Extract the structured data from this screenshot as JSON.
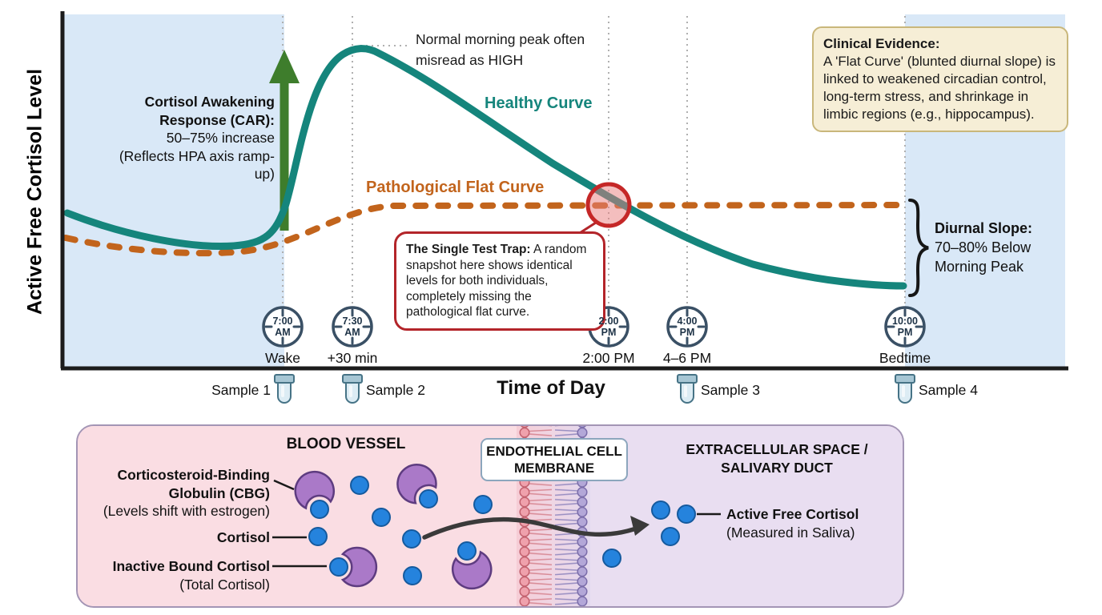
{
  "colors": {
    "healthy_curve": "#15857c",
    "pathological_curve": "#c2641c",
    "car_arrow": "#3e7d2c",
    "alert_red": "#c52727",
    "left_shade": "#d9e8f7",
    "clinical_bg": "#f6eed6",
    "vessel_bg": "#fadde3",
    "extracellular_bg": "#e9def1",
    "cbg_blob": "#aa79c8",
    "cortisol_dot": "#2583dd"
  },
  "chart": {
    "y_axis_label": "Active Free Cortisol Level",
    "x_axis_label": "Time of Day",
    "car_note": {
      "title": "Cortisol Awakening Response (CAR):",
      "line2": "50–75% increase",
      "line3": "(Reflects HPA axis ramp-up)"
    },
    "peak_note": "Normal morning peak often misread as HIGH",
    "healthy_label": "Healthy Curve",
    "pathological_label": "Pathological Flat Curve",
    "trap_note": {
      "title": "The Single Test Trap:",
      "body": " A random snapshot here shows identical levels for both individuals, completely missing the pathological flat curve."
    },
    "clinical_note": {
      "title": "Clinical Evidence:",
      "body": "A 'Flat Curve' (blunted diurnal slope) is linked to weakened circadian control, long-term stress, and shrinkage in limbic regions (e.g., hippocampus)."
    },
    "diurnal_note": {
      "title": "Diurnal Slope:",
      "line2": "70–80% Below",
      "line3": "Morning Peak"
    },
    "clocks": [
      {
        "time": "7:00",
        "meridiem": "AM",
        "label": "Wake"
      },
      {
        "time": "7:30",
        "meridiem": "AM",
        "label": "+30 min"
      },
      {
        "time": "2:00",
        "meridiem": "PM",
        "label": "2:00 PM"
      },
      {
        "time": "4:00",
        "meridiem": "PM",
        "label": "4–6 PM"
      },
      {
        "time": "10:00",
        "meridiem": "PM",
        "label": "Bedtime"
      }
    ],
    "samples": [
      {
        "label": "Sample 1"
      },
      {
        "label": "Sample 2"
      },
      {
        "label": "Sample 3"
      },
      {
        "label": "Sample 4"
      }
    ]
  },
  "chart_data": {
    "type": "line",
    "x": [
      "Wake (7:00 AM)",
      "+30 min (7:30 AM)",
      "2:00 PM",
      "4–6 PM",
      "Bedtime (10:00 PM)"
    ],
    "series": [
      {
        "name": "Healthy Curve",
        "style": "solid teal",
        "values_relative": [
          0.45,
          1.0,
          0.47,
          0.36,
          0.23
        ]
      },
      {
        "name": "Pathological Flat Curve",
        "style": "dashed orange",
        "values_relative": [
          0.38,
          0.47,
          0.47,
          0.47,
          0.47
        ]
      }
    ],
    "title": "",
    "xlabel": "Time of Day",
    "ylabel": "Active Free Cortisol Level",
    "ylim_relative": [
      0,
      1
    ],
    "grid": "vertical dotted lines at each sampling time",
    "annotations": [
      "Cortisol Awakening Response (CAR): 50–75% increase (Reflects HPA axis ramp-up)",
      "Normal morning peak often misread as HIGH",
      "The Single Test Trap: A random snapshot here shows identical levels for both individuals, completely missing the pathological flat curve.",
      "Clinical Evidence: A 'Flat Curve' (blunted diurnal slope) is linked to weakened circadian control, long-term stress, and shrinkage in limbic regions (e.g., hippocampus).",
      "Diurnal Slope: 70–80% Below Morning Peak",
      "Curves intersect at 2:00 PM (red circle marker)"
    ]
  },
  "membrane_panel": {
    "vessel_title": "BLOOD VESSEL",
    "membrane_title": "ENDOTHELIAL CELL MEMBRANE",
    "extracellular_title": "EXTRACELLULAR SPACE / SALIVARY DUCT",
    "labels": {
      "cbg_title": "Corticosteroid-Binding Globulin (CBG)",
      "cbg_sub": "(Levels shift with estrogen)",
      "cortisol": "Cortisol",
      "bound_title": "Inactive Bound Cortisol",
      "bound_sub": "(Total Cortisol)",
      "free_title": "Active Free Cortisol",
      "free_sub": "(Measured in Saliva)"
    }
  }
}
